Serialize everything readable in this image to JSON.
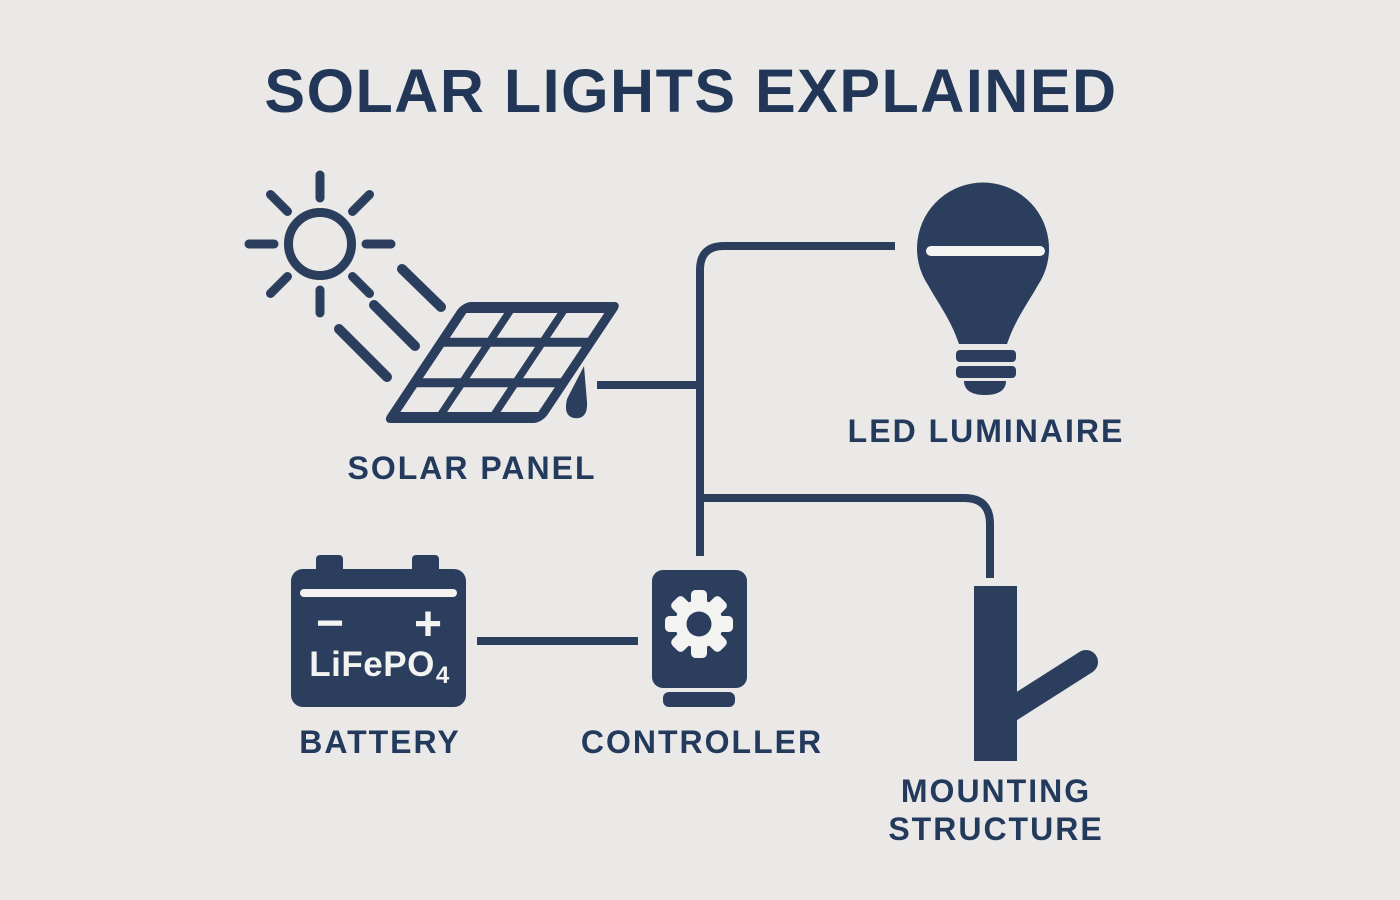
{
  "title": "SOLAR LIGHTS EXPLAINED",
  "colors": {
    "background": "#eae9e7",
    "ink": "#2b3e5e",
    "label_text": "#243a5d",
    "icon_detail_white": "#f3f3f1"
  },
  "nodes": {
    "solar_panel": {
      "label": "SOLAR PANEL",
      "icon": "solar-panel-icon"
    },
    "led_luminaire": {
      "label": "LED LUMINAIRE",
      "icon": "light-bulb-icon"
    },
    "battery": {
      "label": "BATTERY",
      "icon": "battery-icon",
      "chemistry_main": "LiFePO",
      "chemistry_sub": "4",
      "minus_symbol": "−",
      "plus_symbol": "+"
    },
    "controller": {
      "label": "CONTROLLER",
      "icon": "controller-gear-icon"
    },
    "mounting_structure": {
      "label_line1": "MOUNTING",
      "label_line2": "STRUCTURE",
      "icon": "mounting-pole-icon"
    }
  },
  "decorations": {
    "sun": {
      "icon": "sun-icon",
      "rays": 8,
      "beams": 3
    }
  },
  "connections": [
    "solar_panel -> controller",
    "controller -> led_luminaire",
    "controller -> mounting_structure",
    "battery -> controller"
  ]
}
